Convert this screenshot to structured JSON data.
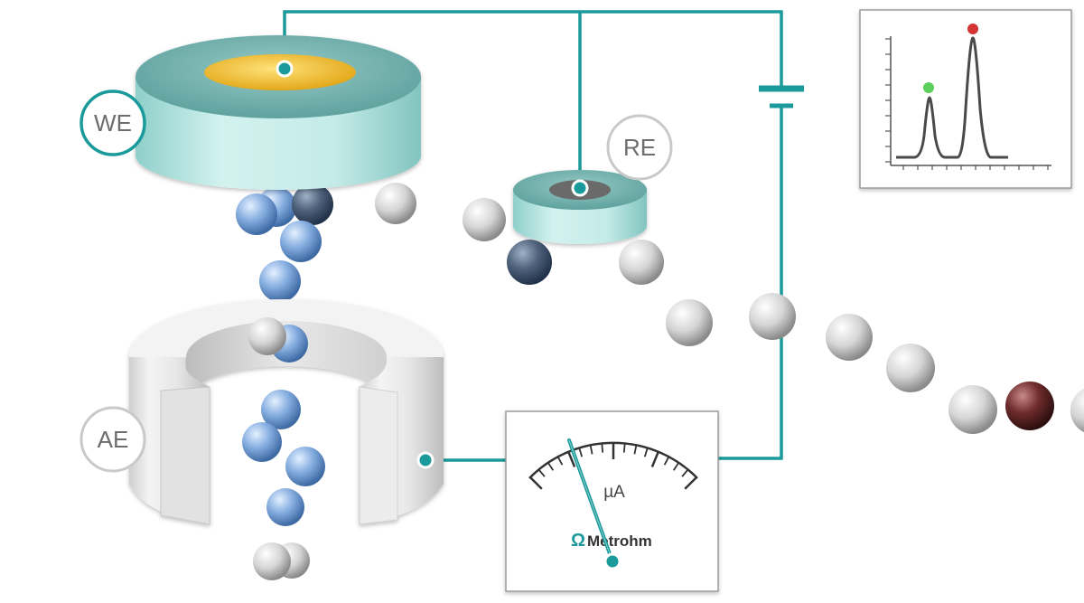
{
  "labels": {
    "we": "WE",
    "re": "RE",
    "ae": "AE"
  },
  "meter": {
    "unit": "µA",
    "brand_symbol": "Ω",
    "brand": "Metrohm"
  },
  "colors": {
    "wire": "#1a9a9a",
    "electrode_body": "#b6e3e0",
    "electrode_top": "#76b9b5",
    "gold": "#f2c12e",
    "sphere_blue": "#7fa9de",
    "sphere_dark": "#4a5c73",
    "sphere_grey": "#d7d7d7",
    "sphere_red": "#6b2a2a",
    "peak_small": "#5ccf5c",
    "peak_large": "#d33434"
  },
  "icons": {
    "battery": "battery-icon",
    "meter": "ammeter-icon",
    "chromatogram": "chromatogram-icon"
  }
}
